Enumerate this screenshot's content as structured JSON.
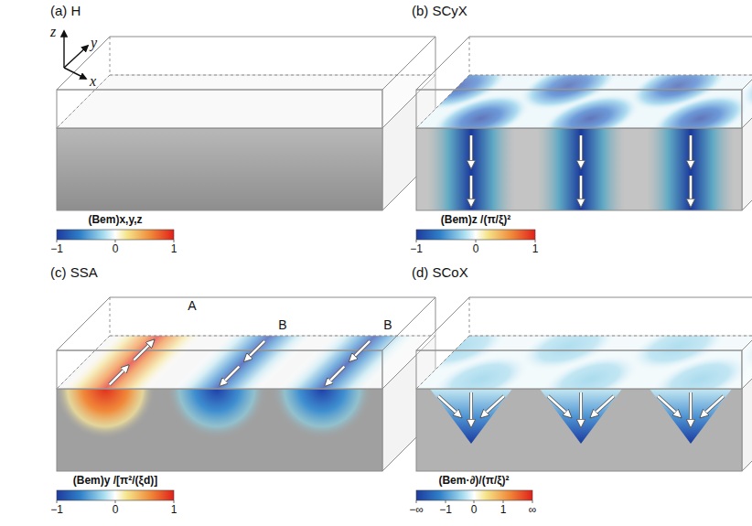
{
  "diagram": {
    "labels": [
      "(a) H",
      "z",
      "y",
      "x",
      "(Bem)x,y,z",
      "−1",
      "0",
      "1",
      "(b) SCyX",
      "(Bem)z /(π/ξ)²",
      "−1",
      "0",
      "1",
      "(c) SSA",
      "A",
      "B",
      "B",
      "(Bem)y /[π²/(ξd)]",
      "−1",
      "0",
      "1",
      "(d) SCoX",
      "(Bem·∂)/(π/ξ)²",
      "−∞",
      "−1",
      "0",
      "1",
      "∞"
    ]
  }
}
